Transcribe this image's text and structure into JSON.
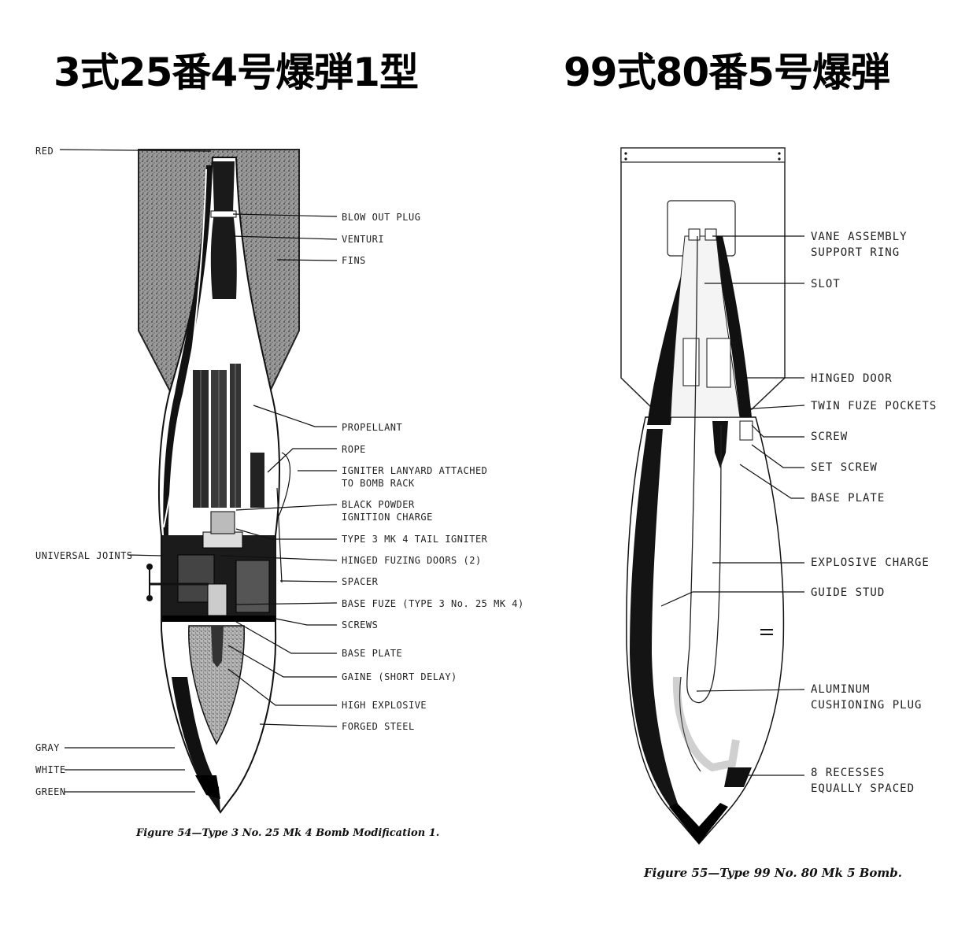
{
  "titles": {
    "left": "3式25番4号爆弾1型",
    "right": "99式80番5号爆弾"
  },
  "left_figure": {
    "labels": {
      "red": "RED",
      "blow_out_plug": "BLOW OUT PLUG",
      "venturi": "VENTURI",
      "fins": "FINS",
      "propellant": "PROPELLANT",
      "rope": "ROPE",
      "igniter_lanyard_1": "IGNITER LANYARD ATTACHED",
      "igniter_lanyard_2": "TO BOMB RACK",
      "black_powder_1": "BLACK POWDER",
      "black_powder_2": "IGNITION CHARGE",
      "tail_igniter": "TYPE 3 MK 4 TAIL IGNITER",
      "universal_joints": "UNIVERSAL JOINTS",
      "hinged_fuzing_doors": "HINGED FUZING DOORS (2)",
      "spacer": "SPACER",
      "base_fuze": "BASE FUZE (TYPE 3 No. 25 MK 4)",
      "screws": "SCREWS",
      "base_plate": "BASE PLATE",
      "gaine": "GAINE (SHORT DELAY)",
      "high_explosive": "HIGH EXPLOSIVE",
      "forged_steel": "FORGED STEEL",
      "gray": "GRAY",
      "white": "WHITE",
      "green": "GREEN"
    },
    "caption": "Figure 54—Type 3 No. 25 Mk 4 Bomb Modification 1."
  },
  "right_figure": {
    "labels": {
      "vane_1": "VANE ASSEMBLY",
      "vane_2": "SUPPORT RING",
      "slot": "SLOT",
      "hinged_door": "HINGED DOOR",
      "twin_fuze_pockets": "TWIN FUZE POCKETS",
      "screw": "SCREW",
      "set_screw": "SET SCREW",
      "base_plate": "BASE PLATE",
      "explosive_charge": "EXPLOSIVE CHARGE",
      "guide_stud": "GUIDE STUD",
      "aluminum_1": "ALUMINUM",
      "aluminum_2": "CUSHIONING PLUG",
      "recesses_1": "8 RECESSES",
      "recesses_2": "EQUALLY SPACED"
    },
    "caption": "Figure 55—Type 99 No. 80 Mk 5 Bomb."
  }
}
